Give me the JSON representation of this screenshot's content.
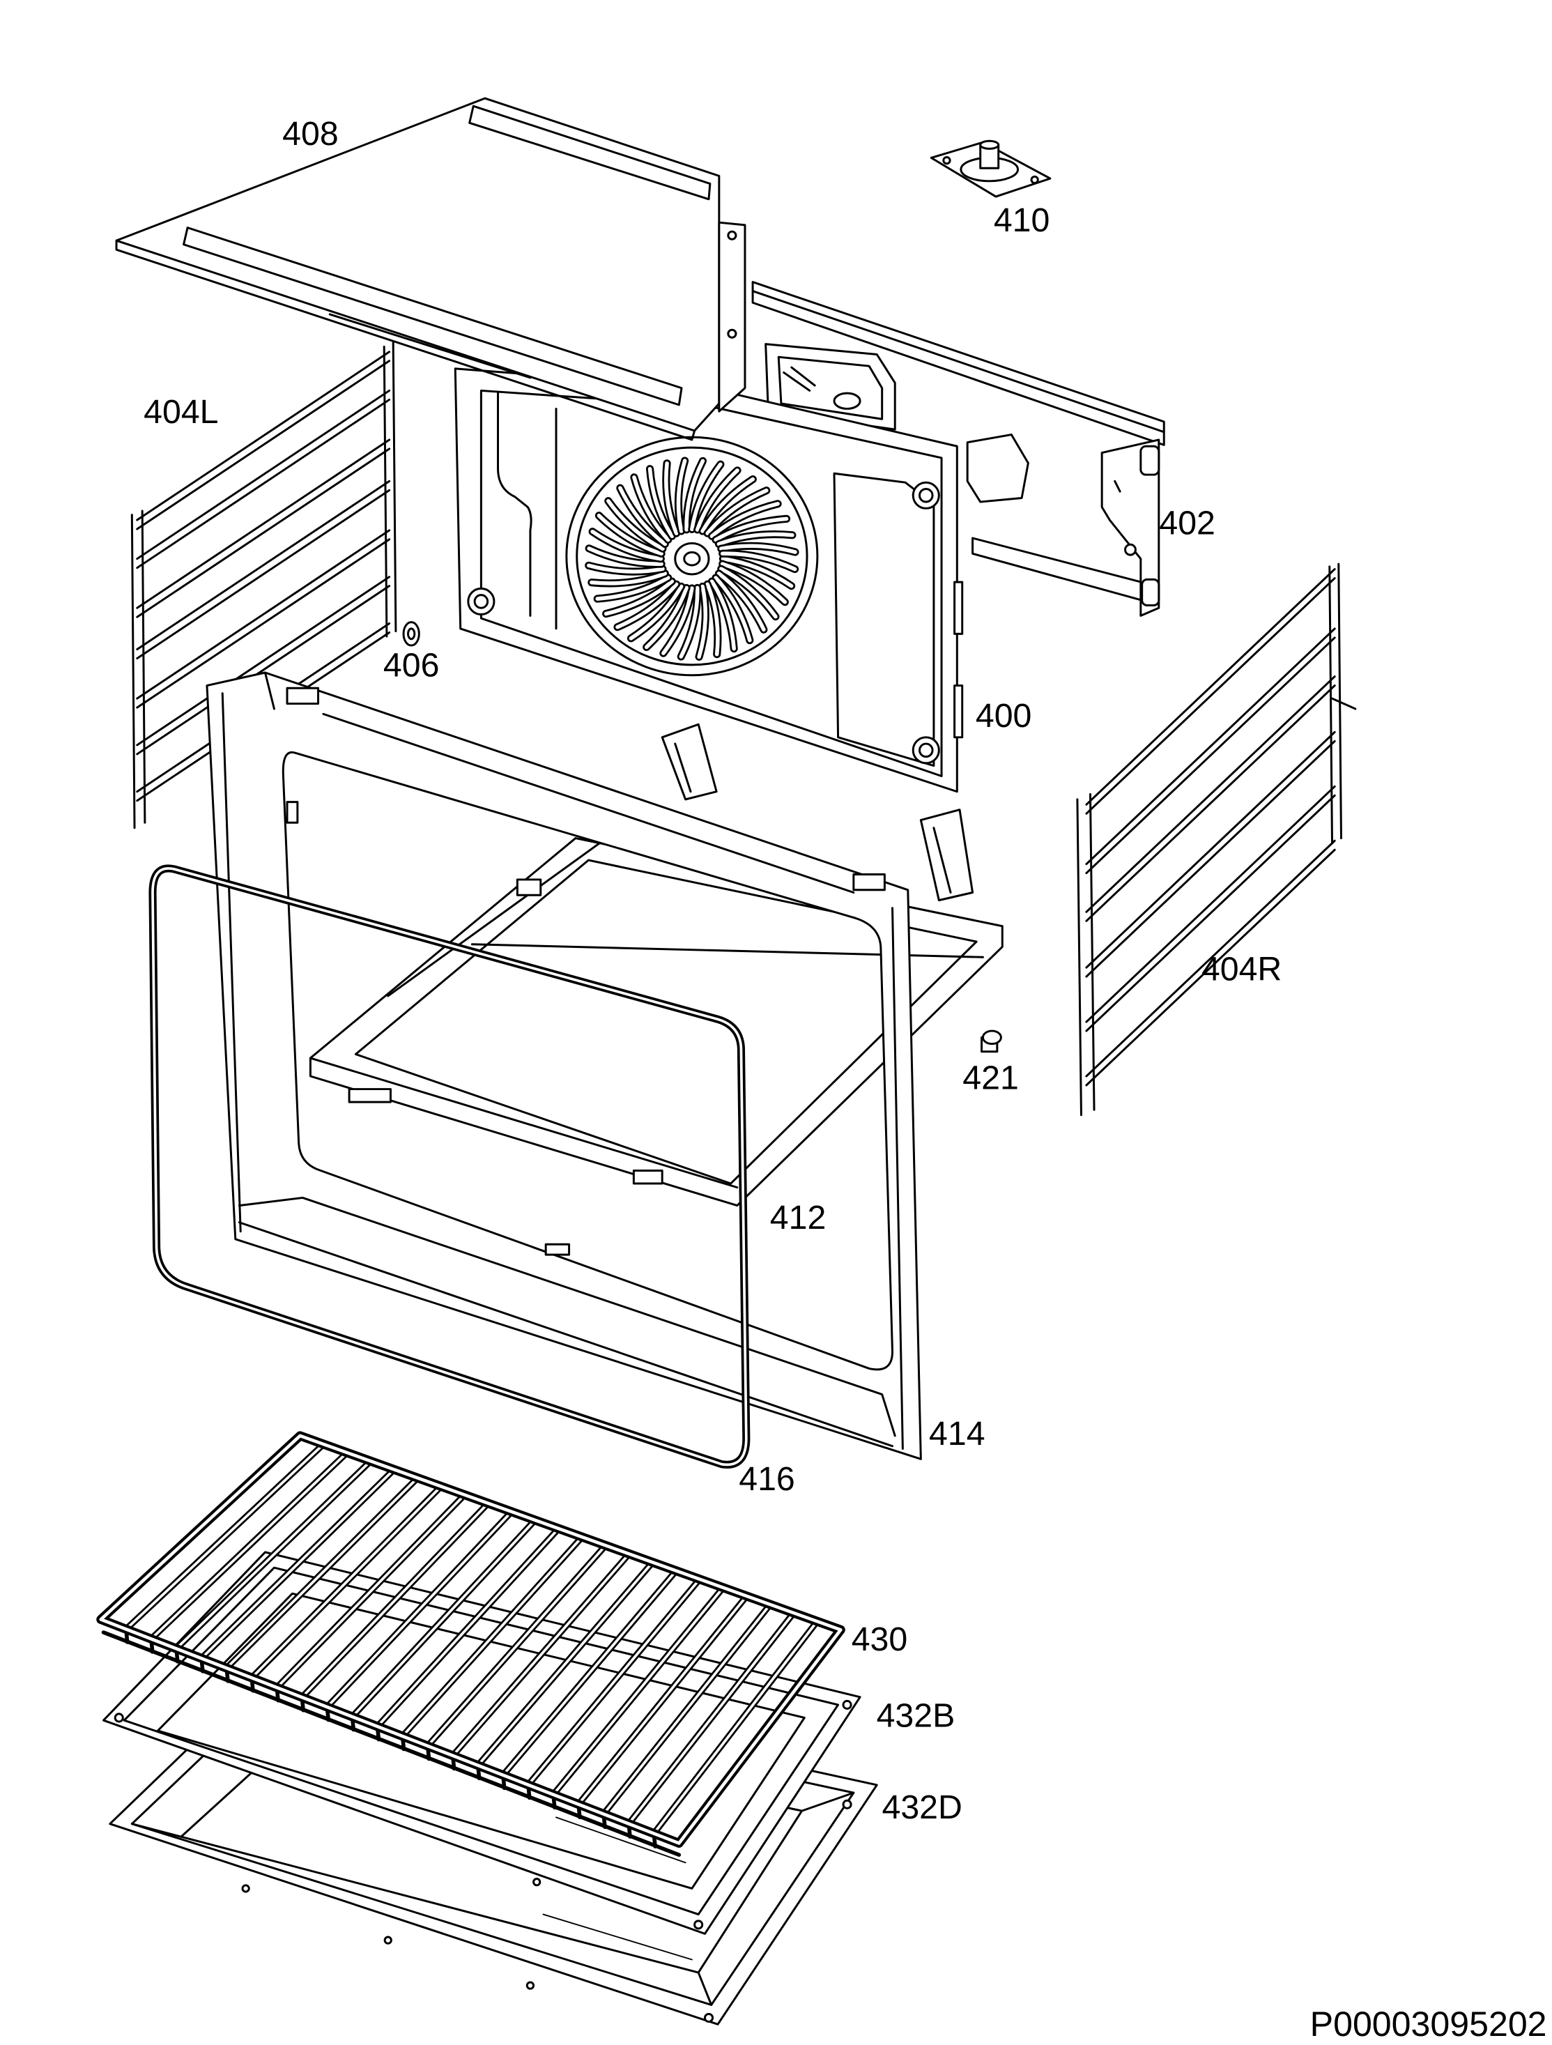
{
  "labels": {
    "p408": "408",
    "p410": "410",
    "p404L": "404L",
    "p402": "402",
    "p406": "406",
    "p400": "400",
    "p404R": "404R",
    "p421": "421",
    "p412": "412",
    "p414": "414",
    "p416": "416",
    "p430": "430",
    "p432B": "432B",
    "p432D": "432D"
  },
  "drawing_code": "P00003095202"
}
